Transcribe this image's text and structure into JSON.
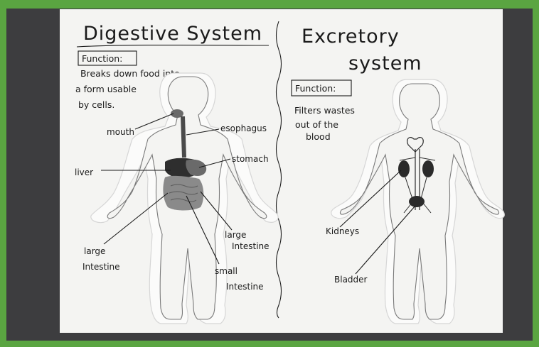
{
  "left_panel": {
    "title": "Digestive System",
    "function_box_label": "Function:",
    "function_text_lines": [
      "Breaks down food into",
      "a form usable",
      "by cells."
    ],
    "labels": {
      "mouth": "mouth",
      "esophagus": "esophagus",
      "stomach": "stomach",
      "liver": "liver",
      "large_intestine_lower": [
        "large",
        "Intestine"
      ],
      "large_intestine_right": [
        "large",
        "Intestine"
      ],
      "small_intestine": [
        "small",
        "Intestine"
      ]
    }
  },
  "right_panel": {
    "title_line1": "Excretory",
    "title_line2": "system",
    "function_box_label": "Function:",
    "function_text_lines": [
      "Filters wastes",
      "out of the",
      "blood"
    ],
    "labels": {
      "kidneys": "Kidneys",
      "bladder": "Bladder"
    }
  },
  "colors": {
    "border_green": "#5aa541",
    "backdrop": "#3d3d3f",
    "paper": "#f4f4f2",
    "organ_gray": "#7d7d7d",
    "organ_dark": "#3a3a3a"
  }
}
